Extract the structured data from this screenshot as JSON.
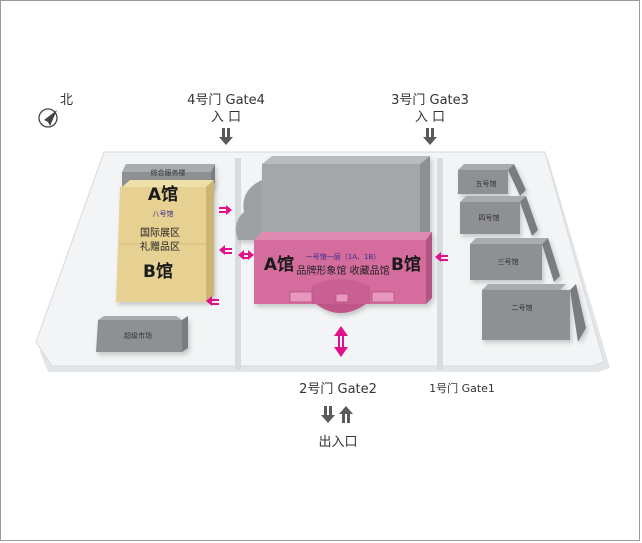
{
  "compass": {
    "label": "北",
    "icon": "north-compass-icon"
  },
  "gates": {
    "gate4": {
      "name": "4号门 Gate4",
      "sub": "入 口"
    },
    "gate3": {
      "name": "3号门 Gate3",
      "sub": "入 口"
    },
    "gate2": {
      "name": "2号门 Gate2",
      "sub": "出入口"
    },
    "gate1": {
      "name": "1号门 Gate1"
    }
  },
  "buildings": {
    "service": "综合服务楼",
    "supermarket": "超级市场",
    "hall5": "五号馆",
    "hall4": "四号馆",
    "hall3": "三号馆",
    "hall2": "二号馆"
  },
  "hall8": {
    "a": "A馆",
    "name": "八号馆",
    "line1": "国际展区",
    "line2": "礼赠品区",
    "b": "B馆"
  },
  "hall1": {
    "a": "A馆",
    "b": "B馆",
    "floor": "一号馆一层（1A、1B）",
    "desc": "品牌形象馆 收藏品馆"
  },
  "colors": {
    "ground": "#f1f3f4",
    "block": "#8a8c8f",
    "yellow": "#e6d193",
    "pink": "#d46d9d",
    "arrow": "#e1118c",
    "dark_arrow": "#5a5a5a",
    "text_blue": "#3a2d8c"
  }
}
